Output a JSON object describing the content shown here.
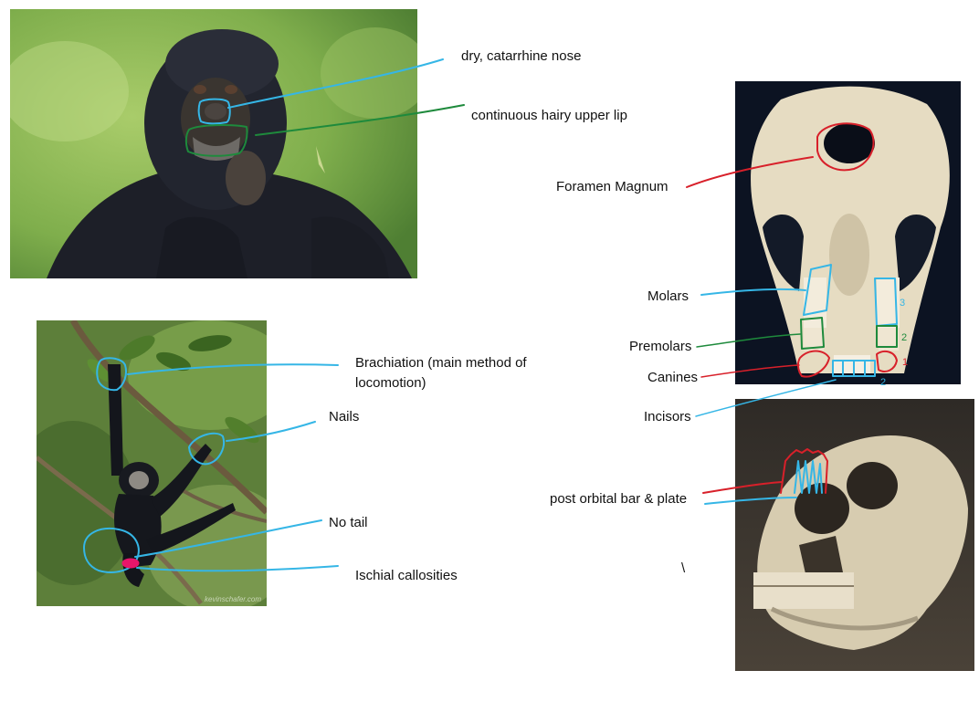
{
  "labels": {
    "nose": "dry, catarrhine nose",
    "lip": "continuous hairy upper lip",
    "foramen": "Foramen Magnum",
    "molars": "Molars",
    "premolars": "Premolars",
    "canines": "Canines",
    "incisors": "Incisors",
    "postorbital": "post orbital bar & plate",
    "backslash": "\\",
    "brachiation": "Brachiation (main method of locomotion)",
    "nails": "Nails",
    "notail": "No tail",
    "ischial": "Ischial callosities"
  },
  "tooth_counts": {
    "molars": "3",
    "premolars": "2",
    "canines": "1",
    "incisors": "2"
  },
  "watermark": "kevinschafer.com",
  "colors": {
    "blue": "#35b6e6",
    "green": "#1e8a3c",
    "red": "#d8202a",
    "magenta": "#e8156a",
    "skull_bg": "#0c1322"
  }
}
